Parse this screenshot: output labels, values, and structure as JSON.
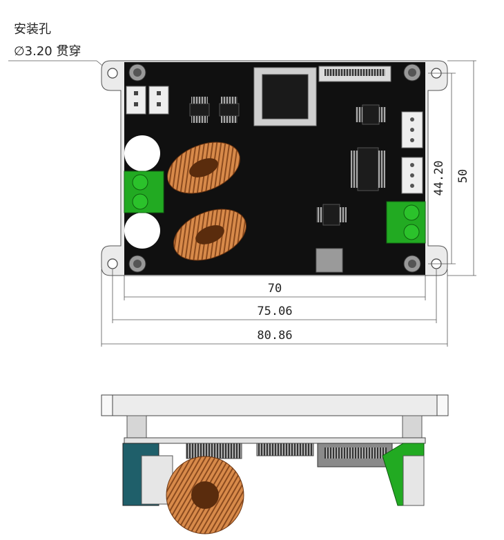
{
  "annotation": {
    "line1": "安装孔",
    "line2": "∅3.20 贯穿"
  },
  "dimensions": {
    "width_70": "70",
    "width_7506": "75.06",
    "width_8086": "80.86",
    "height_4420": "44.20",
    "height_50": "50"
  },
  "colors": {
    "pcb": "#101010",
    "terminal_green": "#22aa22",
    "copper": "#c8703a",
    "frame": "#e8e8e8"
  }
}
